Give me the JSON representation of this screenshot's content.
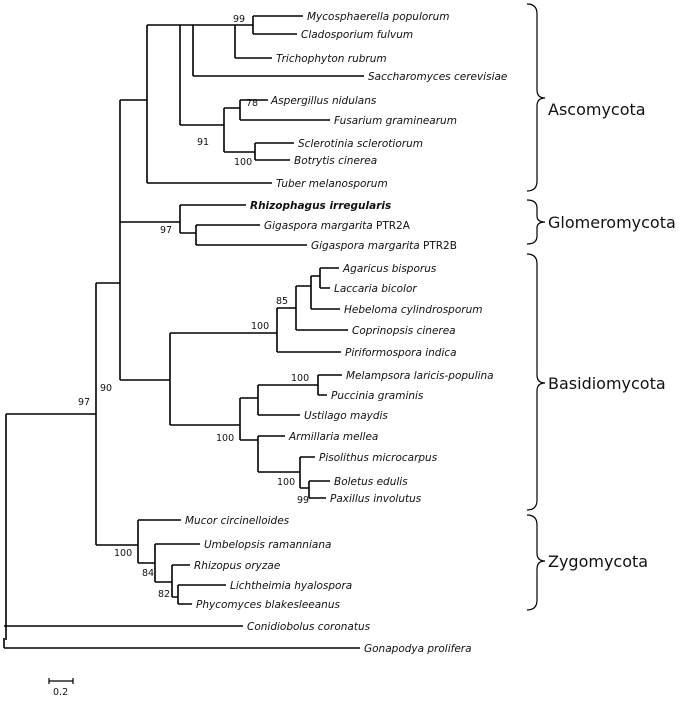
{
  "taxa": {
    "mycosphaerella": "Mycosphaerella populorum",
    "cladosporium": "Cladosporium fulvum",
    "trichophyton": "Trichophyton rubrum",
    "saccharomyces": "Saccharomyces cerevisiae",
    "aspergillus": "Aspergillus nidulans",
    "fusarium": "Fusarium graminearum",
    "sclerotinia": "Sclerotinia sclerotiorum",
    "botrytis": "Botrytis cinerea",
    "tuber": "Tuber melanosporum",
    "rhizophagus": "Rhizophagus irregularis",
    "gigaspora_a_name": "Gigaspora margarita",
    "gigaspora_a_gene": "PTR2A",
    "gigaspora_b_name": "Gigaspora margarita",
    "gigaspora_b_gene": "PTR2B",
    "agaricus": "Agaricus bisporus",
    "laccaria": "Laccaria bicolor",
    "hebeloma": "Hebeloma cylindrosporum",
    "coprinopsis": "Coprinopsis cinerea",
    "piriformospora": "Piriformospora indica",
    "melampsora": "Melampsora laricis-populina",
    "puccinia": "Puccinia graminis",
    "ustilago": "Ustilago maydis",
    "armillaria": "Armillaria mellea",
    "pisolithus": "Pisolithus microcarpus",
    "boletus": "Boletus edulis",
    "paxillus": "Paxillus involutus",
    "mucor": "Mucor circinelloides",
    "umbelopsis": "Umbelopsis ramanniana",
    "rhizopus": "Rhizopus oryzae",
    "lichtheimia": "Lichtheimia hyalospora",
    "phycomyces": "Phycomyces blakesleeanus",
    "conidiobolus": "Conidiobolus coronatus",
    "gonapodya": "Gonapodya prolifera"
  },
  "support_values": {
    "myco_clado": "99",
    "asp_fus": "78",
    "asp_scl_group": "91",
    "scl_bot": "100",
    "glomero": "97",
    "agaricales": "85",
    "agaric_piri": "100",
    "basidio": "90",
    "mel_puc": "100",
    "pucc_group": "100",
    "bol_pax_outer": "100",
    "bol_pax": "99",
    "zygo_root": "100",
    "rhiz_group": "84",
    "lich_phy": "82",
    "dikarya_zygo": "97"
  },
  "clades": {
    "ascomycota": "Ascomycota",
    "glomeromycota": "Glomeromycota",
    "basidiomycota": "Basidiomycota",
    "zygomycota": "Zygomycota"
  },
  "scale_bar": {
    "label": "0.2"
  }
}
